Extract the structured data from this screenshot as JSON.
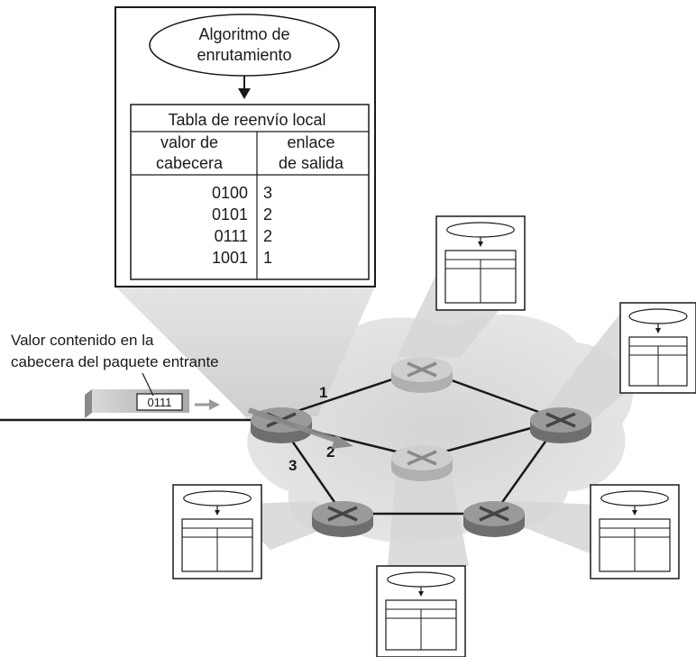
{
  "panel": {
    "algorithm": [
      "Algoritmo de",
      "enrutamiento"
    ],
    "table_title": "Tabla de reenvío local",
    "col1_header": [
      "valor de",
      "cabecera"
    ],
    "col2_header": [
      "enlace",
      "de salida"
    ],
    "rows": [
      {
        "header": "0100",
        "link": "3"
      },
      {
        "header": "0101",
        "link": "2"
      },
      {
        "header": "0111",
        "link": "2"
      },
      {
        "header": "1001",
        "link": "1"
      }
    ]
  },
  "packet": {
    "caption": [
      "Valor contenido en la",
      "cabecera del paquete entrante"
    ],
    "value": "0111"
  },
  "links": {
    "l1": "1",
    "l2": "2",
    "l3": "3"
  },
  "colors": {
    "cloud": "#dcdcdc",
    "router_top": "#9a9a9a",
    "router_side": "#6e6e6e",
    "line": "#1a1a1a"
  }
}
